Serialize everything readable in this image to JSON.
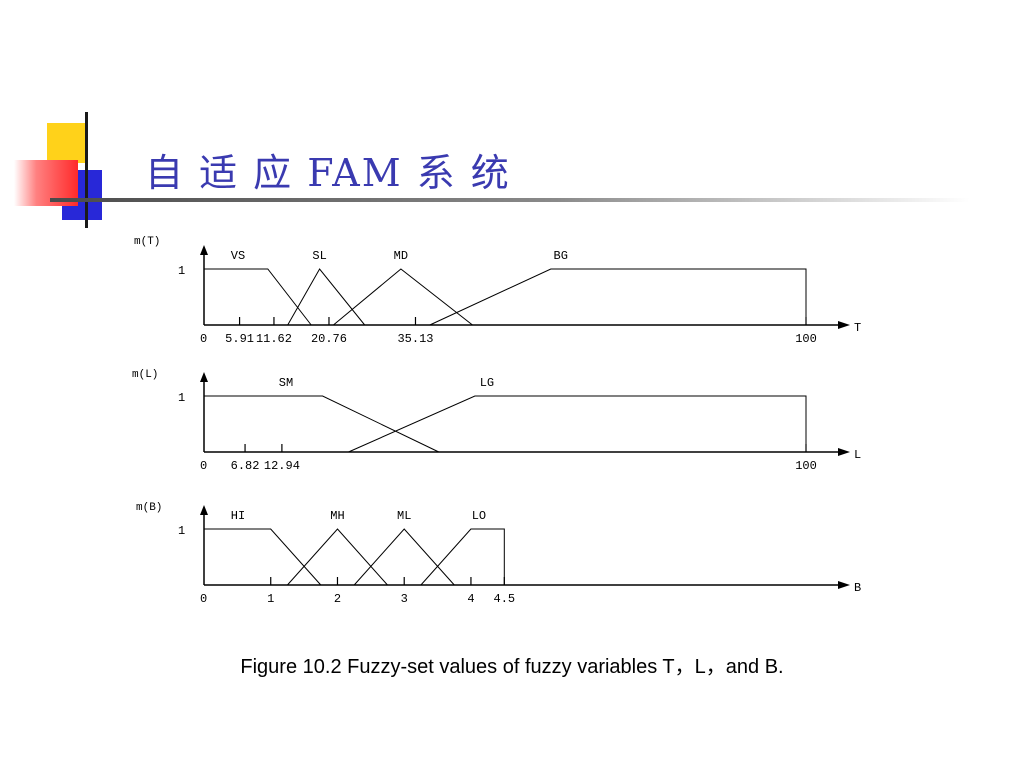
{
  "slide": {
    "title": "自 适 应 FAM 系 统",
    "caption": "Figure 10.2 Fuzzy-set values of fuzzy variables T，L，and B.",
    "colors": {
      "title": "#3a3ab0",
      "yellow": "#ffd21a",
      "blue": "#2828d8",
      "red": "#ff3a3a"
    }
  },
  "chart_data": [
    {
      "type": "line",
      "ylabel": "m(T)",
      "xlabel": "T",
      "ytick": "1",
      "origin_label": "0",
      "xlim": [
        0,
        100
      ],
      "ylim": [
        0,
        1
      ],
      "xticks": [
        {
          "value": 5.91,
          "label": "5.91"
        },
        {
          "value": 11.62,
          "label": "11.62"
        },
        {
          "value": 20.76,
          "label": "20.76"
        },
        {
          "value": 35.13,
          "label": "35.13"
        },
        {
          "value": 100,
          "label": "100"
        }
      ],
      "series": [
        {
          "name": "VS",
          "points": [
            [
              0,
              1
            ],
            [
              10.6,
              1
            ],
            [
              17.8,
              0
            ]
          ]
        },
        {
          "name": "SL",
          "points": [
            [
              13.9,
              0
            ],
            [
              19.2,
              1
            ],
            [
              26.7,
              0
            ]
          ]
        },
        {
          "name": "MD",
          "points": [
            [
              21.5,
              0
            ],
            [
              32.7,
              1
            ],
            [
              44.6,
              0
            ]
          ]
        },
        {
          "name": "BG",
          "points": [
            [
              37.5,
              0
            ],
            [
              57.6,
              1
            ],
            [
              100,
              1
            ],
            [
              100,
              0
            ]
          ]
        }
      ]
    },
    {
      "type": "line",
      "ylabel": "m(L)",
      "xlabel": "L",
      "ytick": "1",
      "origin_label": "0",
      "xlim": [
        0,
        100
      ],
      "ylim": [
        0,
        1
      ],
      "xticks": [
        {
          "value": 6.82,
          "label": "6.82"
        },
        {
          "value": 12.94,
          "label": "12.94"
        },
        {
          "value": 100,
          "label": "100"
        }
      ],
      "series": [
        {
          "name": "SM",
          "points": [
            [
              0,
              1
            ],
            [
              19.7,
              1
            ],
            [
              39,
              0
            ]
          ]
        },
        {
          "name": "LG",
          "points": [
            [
              24,
              0
            ],
            [
              45,
              1
            ],
            [
              100,
              1
            ],
            [
              100,
              0
            ]
          ]
        }
      ]
    },
    {
      "type": "line",
      "ylabel": "m(B)",
      "xlabel": "B",
      "ytick": "1",
      "origin_label": "0",
      "xlim": [
        0,
        9.5
      ],
      "ylim": [
        0,
        1
      ],
      "xticks": [
        {
          "value": 1,
          "label": "1"
        },
        {
          "value": 2,
          "label": "2"
        },
        {
          "value": 3,
          "label": "3"
        },
        {
          "value": 4,
          "label": "4"
        },
        {
          "value": 4.5,
          "label": "4.5"
        }
      ],
      "series": [
        {
          "name": "HI",
          "points": [
            [
              0,
              1
            ],
            [
              1,
              1
            ],
            [
              1.75,
              0
            ]
          ]
        },
        {
          "name": "MH",
          "points": [
            [
              1.25,
              0
            ],
            [
              2,
              1
            ],
            [
              2.75,
              0
            ]
          ]
        },
        {
          "name": "ML",
          "points": [
            [
              2.25,
              0
            ],
            [
              3,
              1
            ],
            [
              3.75,
              0
            ]
          ]
        },
        {
          "name": "LO",
          "points": [
            [
              3.25,
              0
            ],
            [
              4,
              1
            ],
            [
              4.5,
              1
            ],
            [
              4.5,
              0
            ]
          ]
        }
      ]
    }
  ]
}
